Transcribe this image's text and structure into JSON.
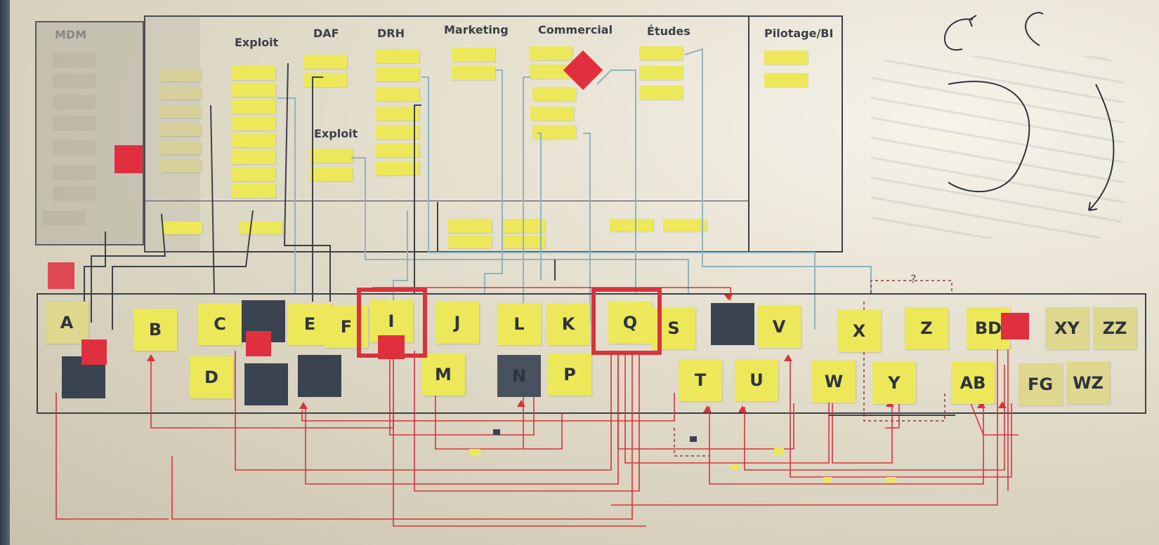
{
  "photo": {
    "column_headers": {
      "mdm": "MDM",
      "exploit_1": "Exploit",
      "daf": "DAF",
      "drh": "DRH",
      "marketing": "Marketing",
      "commercial": "Commercial",
      "etudes": "Études",
      "pilotage": "Pilotage/BI",
      "exploit_2": "Exploit",
      "question_mark": "?"
    },
    "system_notes": {
      "a": "A",
      "b": "B",
      "c": "C",
      "d": "D",
      "e": "E",
      "f": "F",
      "i": "I",
      "j": "J",
      "l": "L",
      "k": "K",
      "m": "M",
      "n": "N",
      "p": "P",
      "q": "Q",
      "s": "S",
      "t": "T",
      "u": "U",
      "v": "V",
      "w": "W",
      "x": "X",
      "y": "Y",
      "z": "Z",
      "bd": "BD",
      "ab": "AB",
      "xy": "XY",
      "zz": "ZZ",
      "fg": "FG",
      "wz": "WZ"
    },
    "colors": {
      "sticky_yellow": "#ece85a",
      "dark_card": "#3a4350",
      "red_marker": "#e0303f",
      "blue_wire": "#8fb3c1",
      "red_wire": "#d8333b",
      "frame_line": "#3c4048"
    }
  }
}
